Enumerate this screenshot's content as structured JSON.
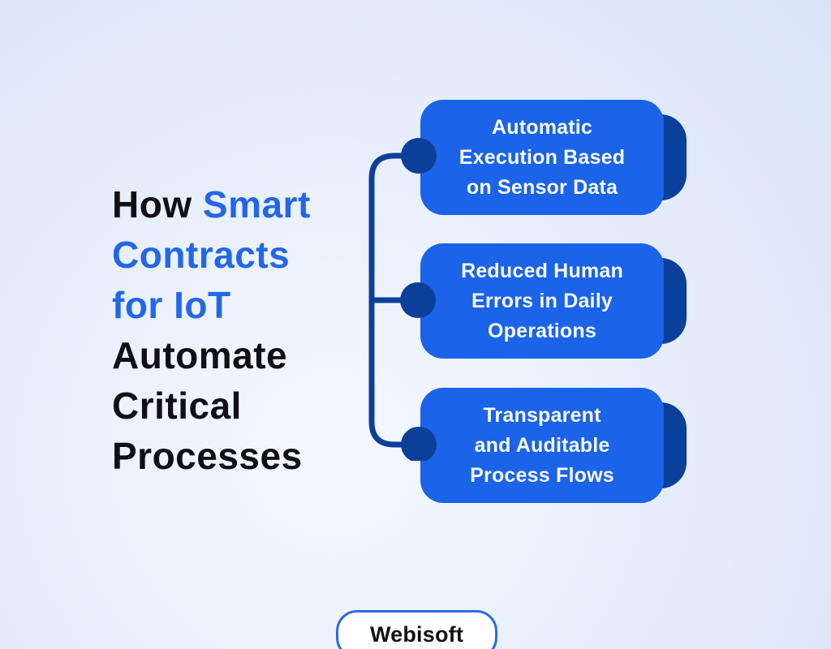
{
  "colors": {
    "background_edge": "#d9e3f8",
    "background_mid": "#e7eefb",
    "background_center": "#f5f8fe",
    "card_blue": "#1b63e8",
    "accent_navy": "#0b3f9c",
    "connector_navy": "#0c3f99",
    "title_dark": "#101014",
    "title_accent": "#2267e7",
    "card_text": "#f7fafc",
    "logo_border": "#2b6be0",
    "logo_text": "#121212"
  },
  "title": {
    "full_text": "How Smart Contracts for IoT Automate Critical Processes",
    "lines": [
      {
        "segments": [
          {
            "text": "How ",
            "tone": "dark"
          },
          {
            "text": "Smart",
            "tone": "accent"
          }
        ]
      },
      {
        "segments": [
          {
            "text": "Contracts",
            "tone": "accent"
          }
        ]
      },
      {
        "segments": [
          {
            "text": "for IoT",
            "tone": "accent"
          }
        ]
      },
      {
        "segments": [
          {
            "text": "Automate",
            "tone": "dark"
          }
        ]
      },
      {
        "segments": [
          {
            "text": "Critical",
            "tone": "dark"
          }
        ]
      },
      {
        "segments": [
          {
            "text": "Processes",
            "tone": "dark"
          }
        ]
      }
    ]
  },
  "cards": [
    {
      "label": "Automatic Execution Based on Sensor Data",
      "lines": [
        "Automatic",
        "Execution Based",
        "on Sensor Data"
      ]
    },
    {
      "label": "Reduced Human Errors in Daily Operations",
      "lines": [
        "Reduced Human",
        "Errors in Daily",
        "Operations"
      ]
    },
    {
      "label": "Transparent and Auditable Process Flows",
      "lines": [
        "Transparent",
        "and Auditable",
        "Process Flows"
      ]
    }
  ],
  "logo": {
    "label": "Webisoft"
  }
}
